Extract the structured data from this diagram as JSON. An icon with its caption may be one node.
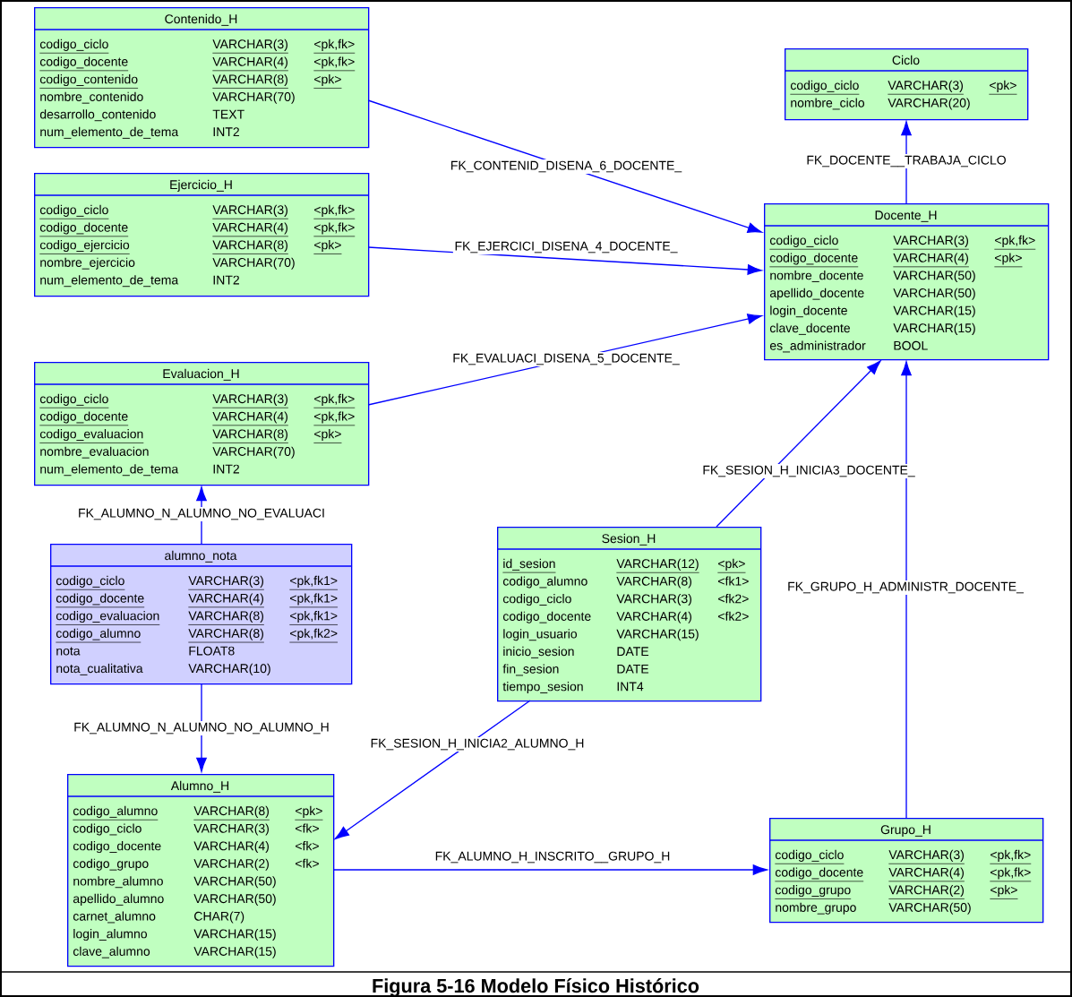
{
  "diagram": {
    "caption": "Figura 5-16 Modelo Físico Histórico",
    "nodes": [
      {
        "text": [
          "Contenido_H",
          "codigo_ciclo",
          "VARCHAR(3)",
          "<pk,fk>",
          "codigo_docente",
          "VARCHAR(4)",
          "<pk,fk>",
          "codigo_contenido",
          "VARCHAR(8)",
          "<pk>",
          "nombre_contenido",
          "VARCHAR(70)",
          "desarrollo_contenido",
          "TEXT",
          "num_elemento_de_tema",
          "INT2"
        ]
      },
      {
        "text": [
          "Ciclo",
          "codigo_ciclo",
          "VARCHAR(3)",
          "<pk>",
          "nombre_ciclo",
          "VARCHAR(20)"
        ]
      },
      {
        "text": [
          "Ejercicio_H",
          "codigo_ciclo",
          "VARCHAR(3)",
          "<pk,fk>",
          "codigo_docente",
          "VARCHAR(4)",
          "<pk,fk>",
          "codigo_ejercicio",
          "VARCHAR(8)",
          "<pk>",
          "nombre_ejercicio",
          "VARCHAR(70)",
          "num_elemento_de_tema",
          "INT2"
        ]
      },
      {
        "text": [
          "Docente_H",
          "codigo_ciclo",
          "VARCHAR(3)",
          "<pk,fk>",
          "codigo_docente",
          "VARCHAR(4)",
          "<pk>",
          "nombre_docente",
          "VARCHAR(50)",
          "apellido_docente",
          "VARCHAR(50)",
          "login_docente",
          "VARCHAR(15)",
          "clave_docente",
          "VARCHAR(15)",
          "es_administrador",
          "BOOL"
        ]
      },
      {
        "text": [
          "Evaluacion_H",
          "codigo_ciclo",
          "VARCHAR(3)",
          "<pk,fk>",
          "codigo_docente",
          "VARCHAR(4)",
          "<pk,fk>",
          "codigo_evaluacion",
          "VARCHAR(8)",
          "<pk>",
          "nombre_evaluacion",
          "VARCHAR(70)",
          "num_elemento_de_tema",
          "INT2"
        ]
      },
      {
        "text": [
          "Sesion_H",
          "id_sesion",
          "VARCHAR(12)",
          "<pk>",
          "codigo_alumno",
          "VARCHAR(8)",
          "<fk1>",
          "codigo_ciclo",
          "VARCHAR(3)",
          "<fk2>",
          "codigo_docente",
          "VARCHAR(4)",
          "<fk2>",
          "login_usuario",
          "VARCHAR(15)",
          "inicio_sesion",
          "DATE",
          "fin_sesion",
          "DATE",
          "tiempo_sesion",
          "INT4"
        ]
      },
      {
        "text": [
          "alumno_nota",
          "codigo_ciclo",
          "VARCHAR(3)",
          "<pk,fk1>",
          "codigo_docente",
          "VARCHAR(4)",
          "<pk,fk1>",
          "codigo_evaluacion",
          "VARCHAR(8)",
          "<pk,fk1>",
          "codigo_alumno",
          "VARCHAR(8)",
          "<pk,fk2>",
          "nota",
          "FLOAT8",
          "nota_cualitativa",
          "VARCHAR(10)"
        ]
      },
      {
        "text": [
          "Alumno_H",
          "codigo_alumno",
          "VARCHAR(8)",
          "<pk>",
          "codigo_ciclo",
          "VARCHAR(3)",
          "<fk>",
          "codigo_docente",
          "VARCHAR(4)",
          "<fk>",
          "codigo_grupo",
          "VARCHAR(2)",
          "<fk>",
          "nombre_alumno",
          "VARCHAR(50)",
          "apellido_alumno",
          "VARCHAR(50)",
          "carnet_alumno",
          "CHAR(7)",
          "login_alumno",
          "VARCHAR(15)",
          "clave_alumno",
          "VARCHAR(15)"
        ]
      },
      {
        "text": [
          "Grupo_H",
          "codigo_ciclo",
          "VARCHAR(3)",
          "<pk,fk>",
          "codigo_docente",
          "VARCHAR(4)",
          "<pk,fk>",
          "codigo_grupo",
          "VARCHAR(2)",
          "<pk>",
          "nombre_grupo",
          "VARCHAR(50)"
        ]
      }
    ],
    "edges": [
      {
        "from": 0,
        "to": 3,
        "arrow": "to",
        "label": "FK_CONTENID_DISENA_6_DOCENTE_"
      },
      {
        "from": 2,
        "to": 3,
        "arrow": "to",
        "label": "FK_EJERCICI_DISENA_4_DOCENTE_"
      },
      {
        "from": 4,
        "to": 3,
        "arrow": "to",
        "label": "FK_EVALUACI_DISENA_5_DOCENTE_"
      },
      {
        "from": 3,
        "to": 1,
        "arrow": "to",
        "label": "FK_DOCENTE__TRABAJA_CICLO"
      },
      {
        "from": 5,
        "to": 3,
        "arrow": "to",
        "label": "FK_SESION_H_INICIA3_DOCENTE_"
      },
      {
        "from": 8,
        "to": 3,
        "arrow": "to",
        "label": "FK_GRUPO_H_ADMINISTR_DOCENTE_"
      },
      {
        "from": 6,
        "to": 4,
        "arrow": "to",
        "label": "FK_ALUMNO_N_ALUMNO_NO_EVALUACI"
      },
      {
        "from": 6,
        "to": 7,
        "arrow": "to",
        "label": "FK_ALUMNO_N_ALUMNO_NO_ALUMNO_H"
      },
      {
        "from": 5,
        "to": 7,
        "arrow": "to",
        "label": "FK_SESION_H_INICIA2_ALUMNO_H"
      },
      {
        "from": 7,
        "to": 8,
        "arrow": "to",
        "label": "FK_ALUMNO_H_INSCRITO__GRUPO_H"
      }
    ]
  }
}
